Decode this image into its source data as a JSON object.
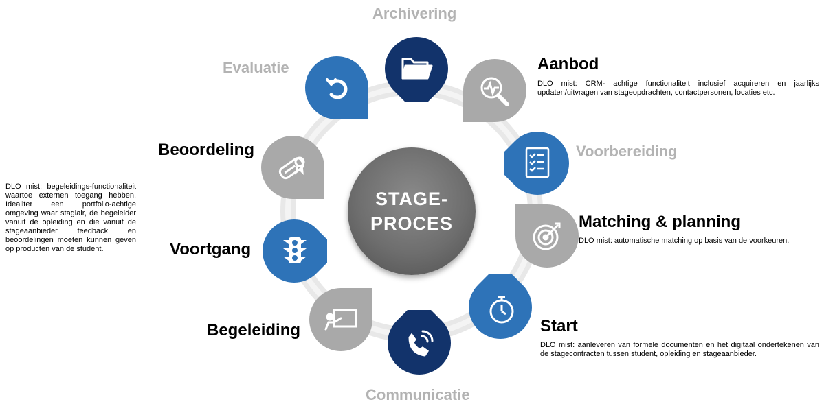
{
  "center": {
    "line1": "STAGE-",
    "line2": "PROCES"
  },
  "colors": {
    "navy": "#12336b",
    "blue": "#2e73b8",
    "grey": "#a9a9a9",
    "ring": "#e6e6e6",
    "muted_label": "#b3b3b3"
  },
  "stages": {
    "archivering": {
      "label": "Archivering",
      "icon": "folder-icon"
    },
    "aanbod": {
      "label": "Aanbod",
      "icon": "search-pulse-icon",
      "desc": "DLO mist: CRM- achtige functionaliteit inclusief acquireren en jaarlijks updaten/uitvragen van stageopdrachten, contactpersonen, locaties etc."
    },
    "voorbereiding": {
      "label": "Voorbereiding",
      "icon": "checklist-icon"
    },
    "matching": {
      "label": "Matching & planning",
      "icon": "target-icon",
      "desc": "DLO mist: automatische matching op basis van de voorkeuren."
    },
    "start": {
      "label": "Start",
      "icon": "stopwatch-icon",
      "desc": "DLO mist: aanleveren van formele documenten en het digitaal ondertekenen van de stagecontracten tussen student, opleiding en stageaanbieder."
    },
    "communicatie": {
      "label": "Communicatie",
      "icon": "phone-icon"
    },
    "begeleiding": {
      "label": "Begeleiding",
      "icon": "presentation-icon"
    },
    "voortgang": {
      "label": "Voortgang",
      "icon": "traffic-light-icon"
    },
    "beoordeling": {
      "label": "Beoordeling",
      "icon": "diploma-icon",
      "desc": "DLO mist: begeleidings-functionaliteit waartoe externen toegang hebben. Idealiter een portfolio-achtige omgeving waar stagiair, de begeleider vanuit de opleiding en die vanuit de stageaanbieder feedback en beoordelingen moeten kunnen geven op producten van de student."
    },
    "evaluatie": {
      "label": "Evaluatie",
      "icon": "refresh-icon"
    }
  }
}
